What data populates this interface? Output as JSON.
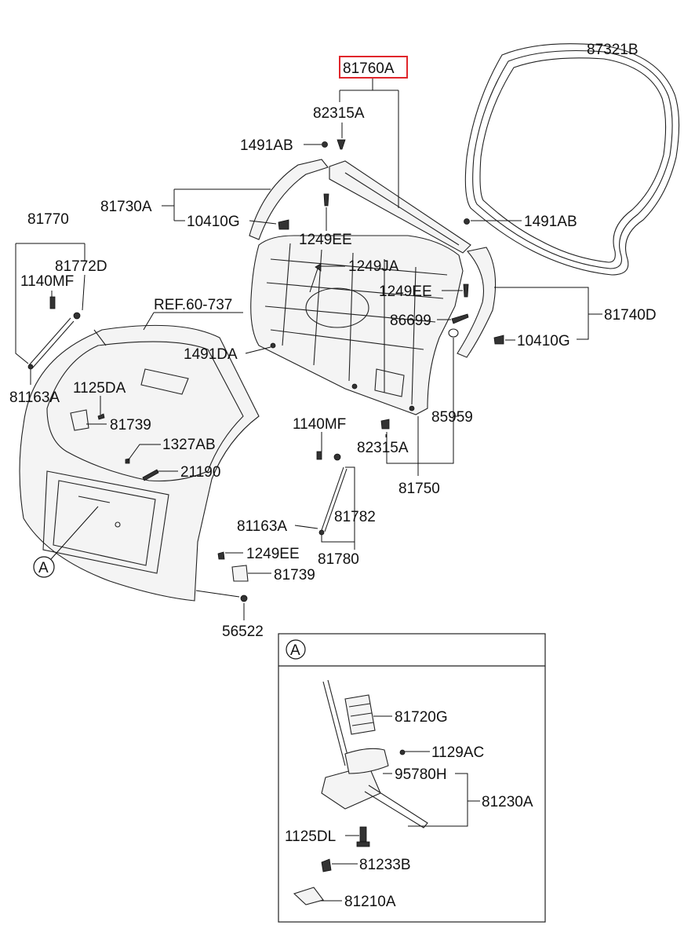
{
  "labels": {
    "l81760A": "81760A",
    "l87321B": "87321B",
    "l82315A_top": "82315A",
    "l1491AB_left": "1491AB",
    "l81730A": "81730A",
    "l10410G_left": "10410G",
    "l1249EE_top": "1249EE",
    "l1491AB_right": "1491AB",
    "l81770": "81770",
    "l81772D": "81772D",
    "l1140MF_left": "1140MF",
    "l1249JA": "1249JA",
    "l1249EE_mid": "1249EE",
    "lREF": "REF.60-737",
    "l81740D": "81740D",
    "l86699": "86699",
    "l10410G_right": "10410G",
    "l1491DA": "1491DA",
    "l81163A_left": "81163A",
    "l1125DA": "1125DA",
    "l81739_top": "81739",
    "l85959": "85959",
    "l1140MF_mid": "1140MF",
    "l82315A_bottom": "82315A",
    "l1327AB": "1327AB",
    "l21190": "21190",
    "l81750": "81750",
    "l81782": "81782",
    "l81163A_mid": "81163A",
    "l1249EE_bottom": "1249EE",
    "l81780": "81780",
    "l81739_bottom": "81739",
    "l56522": "56522",
    "lA_marker": "A",
    "lA_box": "A",
    "l81720G": "81720G",
    "l1129AC": "1129AC",
    "l95780H": "95780H",
    "l81230A": "81230A",
    "l1125DL": "1125DL",
    "l81233B": "81233B",
    "l81210A": "81210A"
  },
  "highlight": {
    "part": "81760A",
    "color": "#e0262b"
  }
}
